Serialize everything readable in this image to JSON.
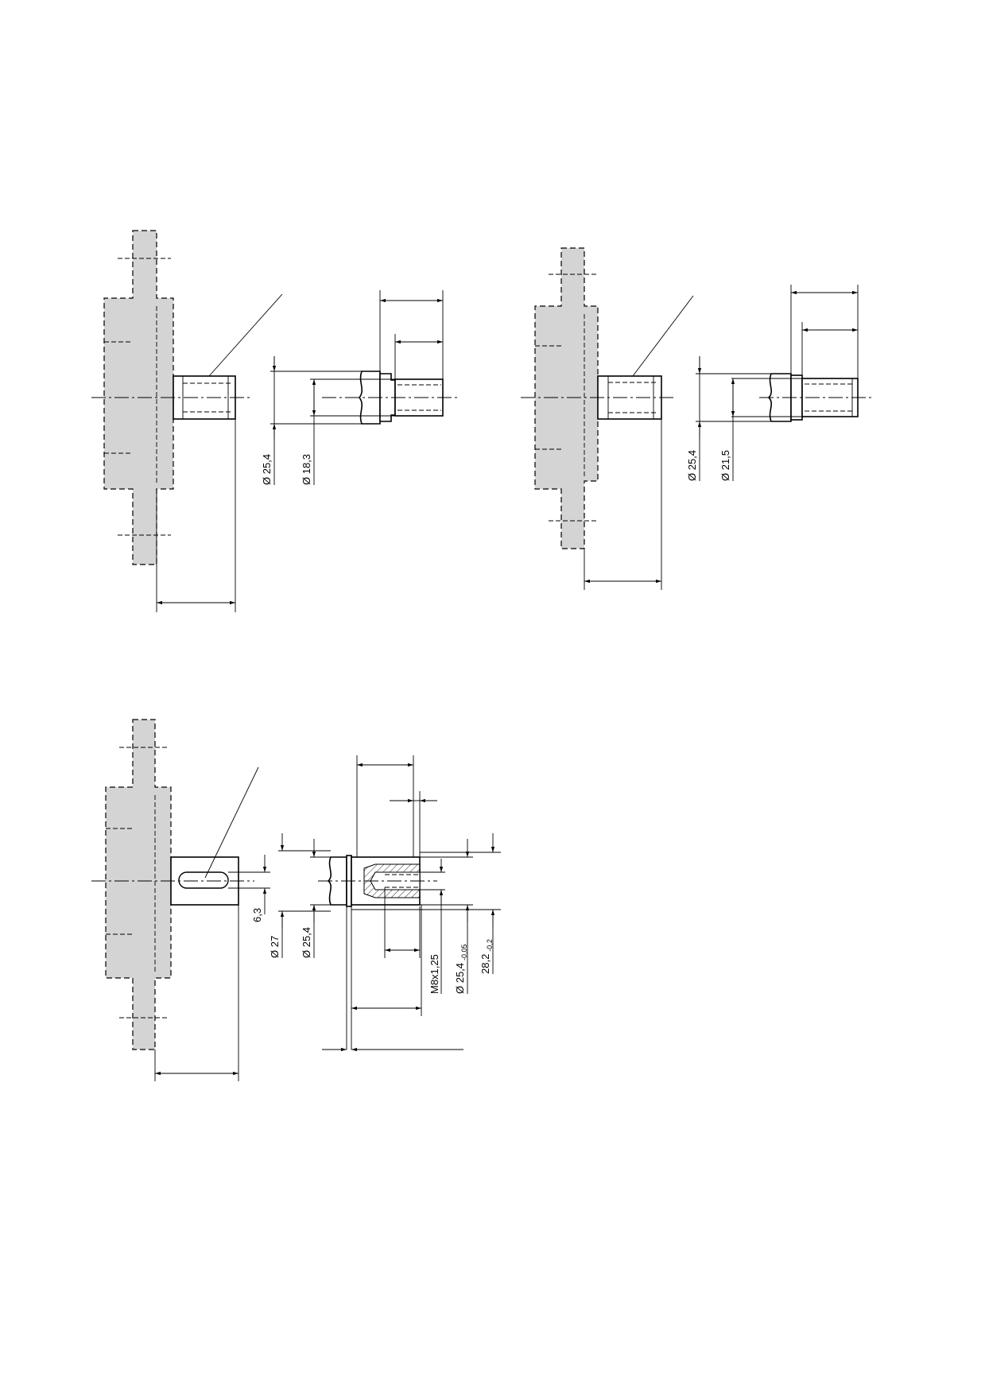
{
  "figures": [
    {
      "id": "shaft-1",
      "dimension_labels": [
        "Ø 25,4",
        "Ø 18,3"
      ]
    },
    {
      "id": "shaft-2",
      "dimension_labels": [
        "Ø 25,4",
        "Ø 21,5"
      ]
    },
    {
      "id": "shaft-3",
      "dimension_labels": [
        "6,3",
        "Ø 27",
        "Ø 25,4",
        "M8x1,25",
        "Ø 25,4",
        "28,2"
      ],
      "tolerances": [
        "-0,05",
        "-0,2"
      ]
    }
  ],
  "colors": {
    "flange_fill": "#d4d4d4",
    "line": "#000000",
    "background": "#ffffff"
  }
}
